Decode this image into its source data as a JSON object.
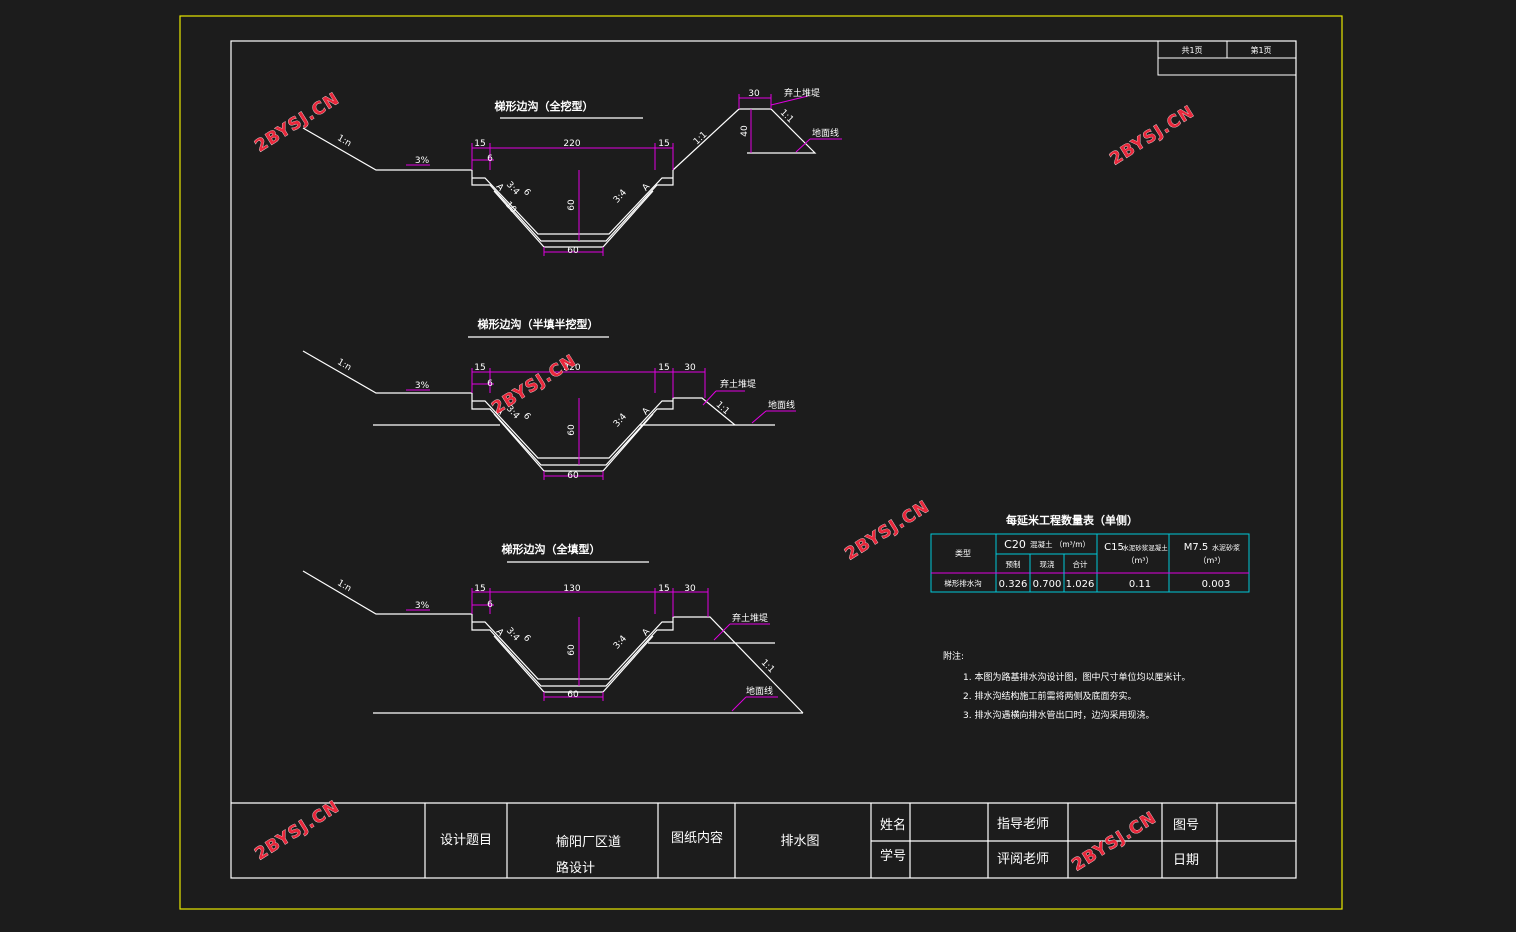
{
  "sheet": {
    "sheet_total": "共1页",
    "sheet_no": "第1页"
  },
  "watermarks": [
    "2BYSJ.CN",
    "2BYSJ.CN",
    "2BYSJ.CN",
    "2BYSJ.CN",
    "2BYSJ.CN",
    "2BYSJ.CN"
  ],
  "sections": [
    {
      "title": "梯形边沟（全挖型）",
      "dims": {
        "top_left": "15",
        "inner_left": "6",
        "top_width": "220",
        "top_right": "15",
        "depth": "60",
        "bottom": "60",
        "slope_left": "3:4",
        "slope_right": "3:4",
        "wall": "6",
        "wall2": "10",
        "label_a": "A"
      },
      "slopes": {
        "grade": "3%",
        "ground": "1:n",
        "cut": "1:1"
      },
      "berm": {
        "width": "30",
        "height": "40",
        "slope": "1:1",
        "label_fill": "弃土堆堤",
        "label_ground": "地面线"
      }
    },
    {
      "title": "梯形边沟（半填半挖型）",
      "dims": {
        "top_left": "15",
        "inner_left": "6",
        "top_width": "220",
        "top_right": "15",
        "top_extra": "30",
        "depth": "60",
        "bottom": "60",
        "slope_left": "3:4",
        "slope_right": "3:4",
        "wall": "6",
        "label_a": "A"
      },
      "slopes": {
        "grade": "3%",
        "ground": "1:n",
        "fill": "1:1"
      },
      "labels": {
        "fill": "弃土堆堤",
        "ground": "地面线"
      }
    },
    {
      "title": "梯形边沟（全填型）",
      "dims": {
        "top_left": "15",
        "inner_left": "6",
        "top_width": "130",
        "top_right": "15",
        "top_extra": "30",
        "depth": "60",
        "bottom": "60",
        "slope_left": "3:4",
        "slope_right": "3:4",
        "wall": "6",
        "label_a": "A"
      },
      "slopes": {
        "grade": "3%",
        "ground": "1:n",
        "fill": "1:1"
      },
      "labels": {
        "fill": "弃土堆堤",
        "ground": "地面线"
      }
    }
  ],
  "quantity_table": {
    "title": "每延米工程数量表（单侧）",
    "col_type": "类型",
    "c20_head": "C20",
    "c20_sub": "混凝土 （m³/m）",
    "c20_cols": [
      "预制",
      "现浇",
      "合计"
    ],
    "c15_head": "C15",
    "c15_sub": "水泥砂浆混凝土",
    "c15_unit": "（m³）",
    "m75_head": "M7.5",
    "m75_sub": "水泥砂浆",
    "m75_unit": "（m³）",
    "row": {
      "type": "梯形排水沟",
      "precast": "0.326",
      "cast": "0.700",
      "total": "1.026",
      "c15": "0.11",
      "m75": "0.003"
    }
  },
  "notes": {
    "heading": "附注:",
    "items": [
      "1. 本图为路基排水沟设计图，图中尺寸单位均以厘米计。",
      "2. 排水沟结构施工前需将两侧及底面夯实。",
      "3. 排水沟遇横向排水管出口时，边沟采用现浇。"
    ]
  },
  "title_block": {
    "design_topic_label": "设计题目",
    "design_topic_line1": "榆阳厂区道",
    "design_topic_line2": "路设计",
    "drawing_content_label": "图纸内容",
    "drawing_content_value": "排水图",
    "name_label": "姓名",
    "student_no_label": "学号",
    "advisor_label": "指导老师",
    "reviewer_label": "评阅老师",
    "drawing_no_label": "图号",
    "date_label": "日期"
  },
  "colors": {
    "background": "#1c1c1c",
    "outer_frame": "#e8e800",
    "lines": "#ffffff",
    "dimensions": "#e000e0",
    "table": "#00c8d8",
    "watermark": "#e8283c"
  }
}
